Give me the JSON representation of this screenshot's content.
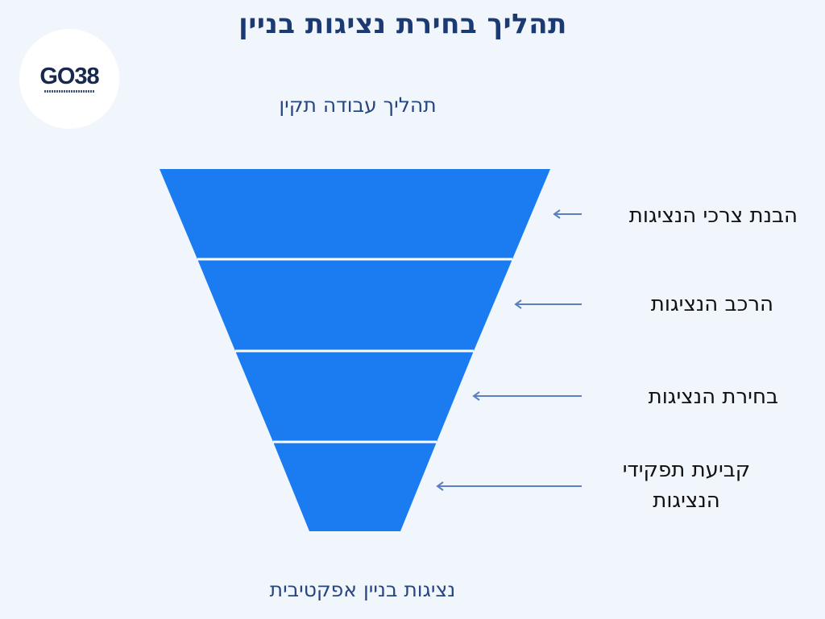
{
  "title": "תהליך בחירת נציגות בניין",
  "logo": {
    "text": "GO38"
  },
  "top_caption": "תהליך עבודה תקין",
  "bottom_caption": "נציגות בניין אפקטיבית",
  "steps": [
    {
      "label": "הבנת צרכי הנציגות"
    },
    {
      "label": "הרכב הנציגות"
    },
    {
      "label": "בחירת הנציגות"
    },
    {
      "label": "קביעת תפקידי הנציגות"
    }
  ],
  "colors": {
    "background": "#f1f6fc",
    "funnel": "#1a7cf0",
    "divider": "#ffffff",
    "arrow": "#5b7fc0",
    "title": "#1b3a73"
  }
}
